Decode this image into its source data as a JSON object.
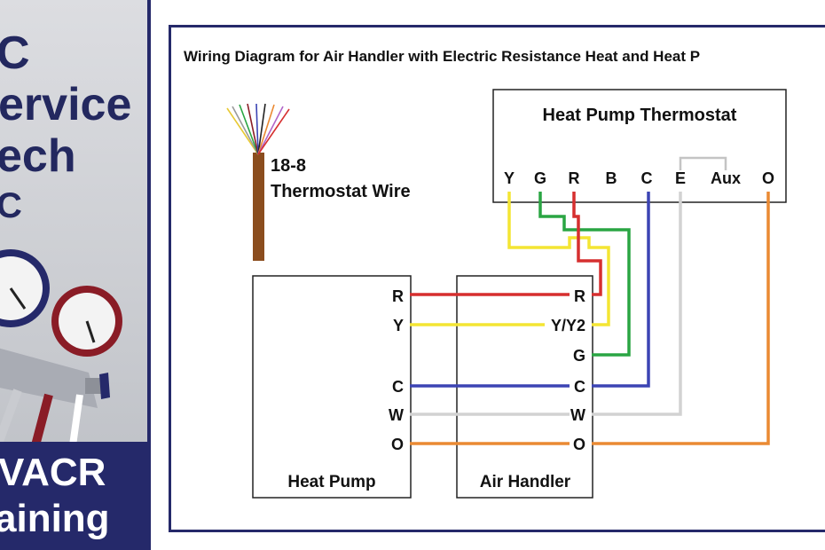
{
  "branding": {
    "line1": "C",
    "line2": "ervice",
    "line3": "ech",
    "line4": "C",
    "bar_line1": "VACR",
    "bar_line2": "aining"
  },
  "diagram": {
    "title": "Wiring Diagram for Air Handler with Electric Resistance Heat and Heat P",
    "cable_label_line1": "18-8",
    "cable_label_line2": "Thermostat Wire",
    "thermostat_title": "Heat Pump Thermostat",
    "thermostat_terminals": [
      "Y",
      "G",
      "R",
      "B",
      "C",
      "E",
      "Aux",
      "O"
    ],
    "heat_pump_label": "Heat Pump",
    "heat_pump_terminals": [
      "R",
      "Y",
      "C",
      "W",
      "O"
    ],
    "air_handler_label": "Air Handler",
    "air_handler_terminals": [
      "R",
      "Y/Y2",
      "G",
      "C",
      "W",
      "O"
    ]
  },
  "colors": {
    "navy": "#25296a",
    "red_wire": "#d62f2f",
    "yellow_wire": "#f4e533",
    "green_wire": "#2aa543",
    "blue_wire": "#3c44b4",
    "white_wire": "#d2d2d2",
    "orange_wire": "#ea8a33",
    "cable_brown": "#8b4d1e"
  }
}
